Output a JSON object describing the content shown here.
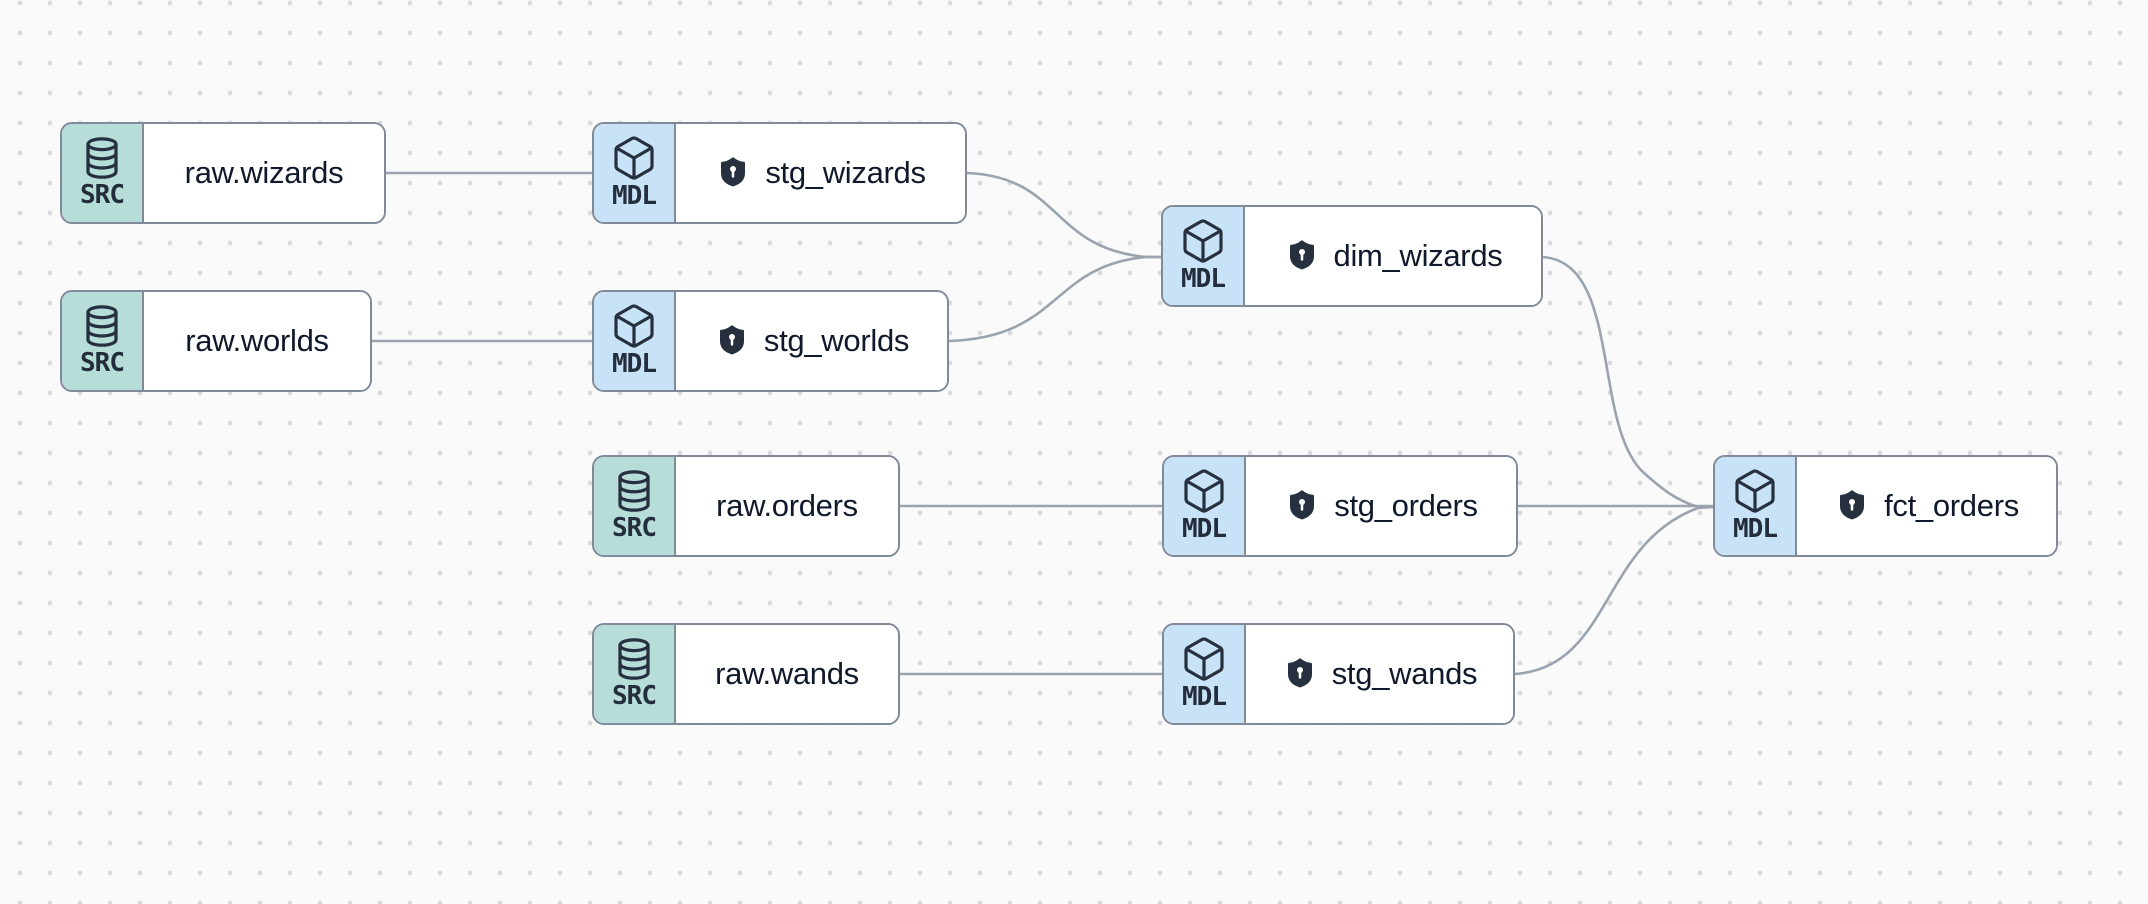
{
  "nodes": [
    {
      "id": "raw.wizards",
      "type_label": "SRC",
      "label": "raw.wizards",
      "kind": "source",
      "shielded": false
    },
    {
      "id": "stg_wizards",
      "type_label": "MDL",
      "label": "stg_wizards",
      "kind": "model",
      "shielded": true
    },
    {
      "id": "raw.worlds",
      "type_label": "SRC",
      "label": "raw.worlds",
      "kind": "source",
      "shielded": false
    },
    {
      "id": "stg_worlds",
      "type_label": "MDL",
      "label": "stg_worlds",
      "kind": "model",
      "shielded": true
    },
    {
      "id": "dim_wizards",
      "type_label": "MDL",
      "label": "dim_wizards",
      "kind": "model",
      "shielded": true
    },
    {
      "id": "raw.orders",
      "type_label": "SRC",
      "label": "raw.orders",
      "kind": "source",
      "shielded": false
    },
    {
      "id": "stg_orders",
      "type_label": "MDL",
      "label": "stg_orders",
      "kind": "model",
      "shielded": true
    },
    {
      "id": "raw.wands",
      "type_label": "SRC",
      "label": "raw.wands",
      "kind": "source",
      "shielded": false
    },
    {
      "id": "stg_wands",
      "type_label": "MDL",
      "label": "stg_wands",
      "kind": "model",
      "shielded": true
    },
    {
      "id": "fct_orders",
      "type_label": "MDL",
      "label": "fct_orders",
      "kind": "model",
      "shielded": true
    }
  ],
  "edges": [
    {
      "from": "raw.wizards",
      "to": "stg_wizards"
    },
    {
      "from": "raw.worlds",
      "to": "stg_worlds"
    },
    {
      "from": "raw.orders",
      "to": "stg_orders"
    },
    {
      "from": "raw.wands",
      "to": "stg_wands"
    },
    {
      "from": "stg_wizards",
      "to": "dim_wizards"
    },
    {
      "from": "stg_worlds",
      "to": "dim_wizards"
    },
    {
      "from": "dim_wizards",
      "to": "fct_orders"
    },
    {
      "from": "stg_orders",
      "to": "fct_orders"
    },
    {
      "from": "stg_wands",
      "to": "fct_orders"
    }
  ],
  "colors": {
    "background": "#fafafa",
    "grid_dot": "#d9dade",
    "node_border": "#818a99",
    "node_fill": "#ffffff",
    "source_badge": "#b6ddd8",
    "model_badge": "#c8e3f8",
    "edge": "#9ba3af",
    "icon": "#27303f",
    "label_text": "#10182b"
  }
}
